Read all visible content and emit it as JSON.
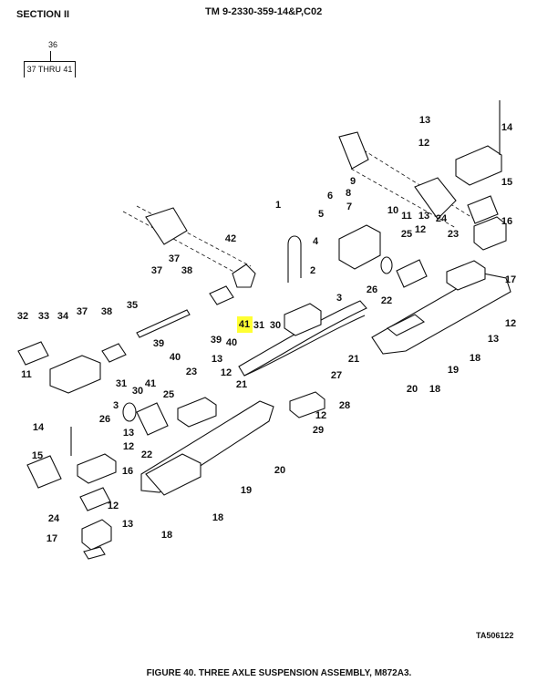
{
  "header": {
    "section": "SECTION II",
    "tm_number": "TM  9-2330-359-14&P,C02"
  },
  "tree": {
    "parent": "36",
    "children": "37 THRU 41"
  },
  "callouts": [
    "1",
    "2",
    "3",
    "4",
    "5",
    "6",
    "7",
    "8",
    "9",
    "10",
    "11",
    "25",
    "22",
    "26",
    "13",
    "12",
    "14",
    "15",
    "16",
    "24",
    "23",
    "13",
    "12",
    "17",
    "12",
    "13",
    "18",
    "19",
    "20",
    "18",
    "21",
    "27",
    "28",
    "12",
    "29",
    "42",
    "37",
    "37",
    "38",
    "35",
    "39",
    "40",
    "41",
    "31",
    "30",
    "32",
    "33",
    "34",
    "37",
    "38",
    "39",
    "40",
    "41",
    "30",
    "31",
    "3",
    "26",
    "11",
    "23",
    "13",
    "12",
    "21",
    "25",
    "22",
    "14",
    "13",
    "12",
    "15",
    "16",
    "12",
    "13",
    "18",
    "18",
    "19",
    "20",
    "24",
    "17"
  ],
  "highlighted_callout": "41",
  "highlight_color": "#ffff33",
  "drawing_id": "TA506122",
  "caption": "FIGURE 40. THREE AXLE SUSPENSION ASSEMBLY, M872A3."
}
